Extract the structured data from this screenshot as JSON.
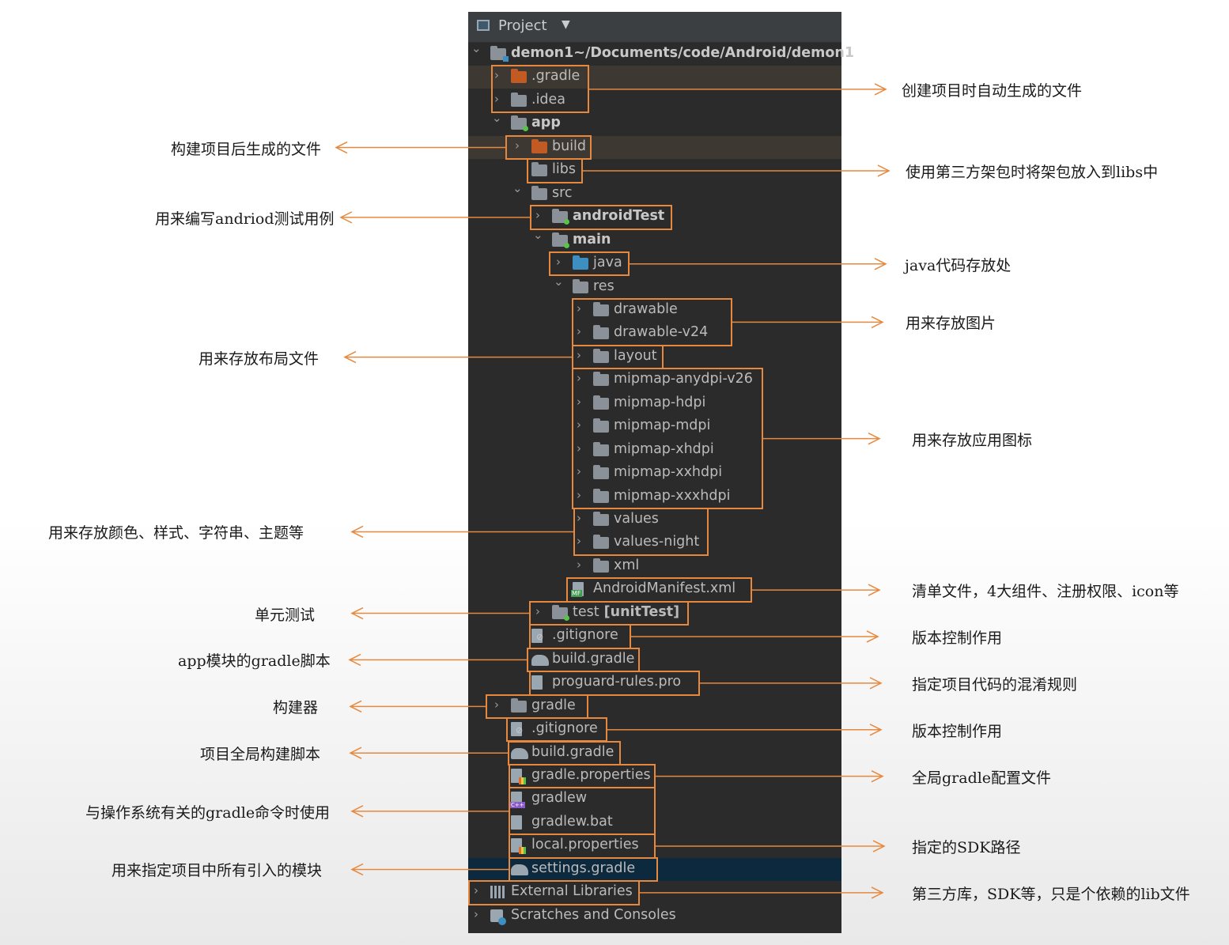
{
  "panel": {
    "title": "Project",
    "title_icon": "project-window-icon",
    "dropdown_icon": "caret-down-icon"
  },
  "tree": [
    {
      "id": "demon1",
      "label": "demon1",
      "path": "~/Documents/code/Android/demon1",
      "icon": "root-module-icon",
      "chevron": "down",
      "bold": true
    },
    {
      "id": "gradle-dir",
      "label": ".gradle",
      "icon": "folder-orange-icon",
      "chevron": "right",
      "highlight": "brown"
    },
    {
      "id": "idea",
      "label": ".idea",
      "icon": "folder-icon",
      "chevron": "right"
    },
    {
      "id": "app",
      "label": "app",
      "icon": "module-folder-icon",
      "chevron": "down",
      "bold": true
    },
    {
      "id": "build",
      "label": "build",
      "icon": "folder-orange-icon",
      "chevron": "right",
      "highlight": "brown"
    },
    {
      "id": "libs",
      "label": "libs",
      "icon": "folder-icon",
      "chevron": ""
    },
    {
      "id": "src",
      "label": "src",
      "icon": "folder-icon",
      "chevron": "down"
    },
    {
      "id": "androidTest",
      "label": "androidTest",
      "icon": "module-folder-icon",
      "chevron": "right",
      "bold": true
    },
    {
      "id": "main",
      "label": "main",
      "icon": "module-folder-icon",
      "chevron": "down",
      "bold": true
    },
    {
      "id": "java",
      "label": "java",
      "icon": "folder-blue-icon",
      "chevron": "right"
    },
    {
      "id": "res",
      "label": "res",
      "icon": "resource-folder-icon",
      "chevron": "down"
    },
    {
      "id": "drawable",
      "label": "drawable",
      "icon": "folder-icon",
      "chevron": "right"
    },
    {
      "id": "drawable-v24",
      "label": "drawable-v24",
      "icon": "folder-icon",
      "chevron": "right"
    },
    {
      "id": "layout",
      "label": "layout",
      "icon": "folder-icon",
      "chevron": "right"
    },
    {
      "id": "mipmap-anydpi-v26",
      "label": "mipmap-anydpi-v26",
      "icon": "folder-icon",
      "chevron": "right"
    },
    {
      "id": "mipmap-hdpi",
      "label": "mipmap-hdpi",
      "icon": "folder-icon",
      "chevron": "right"
    },
    {
      "id": "mipmap-mdpi",
      "label": "mipmap-mdpi",
      "icon": "folder-icon",
      "chevron": "right"
    },
    {
      "id": "mipmap-xhdpi",
      "label": "mipmap-xhdpi",
      "icon": "folder-icon",
      "chevron": "right"
    },
    {
      "id": "mipmap-xxhdpi",
      "label": "mipmap-xxhdpi",
      "icon": "folder-icon",
      "chevron": "right"
    },
    {
      "id": "mipmap-xxxhdpi",
      "label": "mipmap-xxxhdpi",
      "icon": "folder-icon",
      "chevron": "right"
    },
    {
      "id": "values",
      "label": "values",
      "icon": "folder-icon",
      "chevron": "right"
    },
    {
      "id": "values-night",
      "label": "values-night",
      "icon": "folder-icon",
      "chevron": "right"
    },
    {
      "id": "xml",
      "label": "xml",
      "icon": "folder-icon",
      "chevron": "right"
    },
    {
      "id": "manifest",
      "label": "AndroidManifest.xml",
      "icon": "manifest-file-icon",
      "chevron": ""
    },
    {
      "id": "test",
      "label": "test",
      "suffix": "[unitTest]",
      "icon": "module-folder-icon",
      "chevron": "right"
    },
    {
      "id": "app-gitignore",
      "label": ".gitignore",
      "icon": "gitignore-file-icon",
      "chevron": ""
    },
    {
      "id": "app-build-gradle",
      "label": "build.gradle",
      "icon": "gradle-file-icon",
      "chevron": ""
    },
    {
      "id": "proguard",
      "label": "proguard-rules.pro",
      "icon": "text-file-icon",
      "chevron": ""
    },
    {
      "id": "gradle-root-dir",
      "label": "gradle",
      "icon": "folder-icon",
      "chevron": "right"
    },
    {
      "id": "root-gitignore",
      "label": ".gitignore",
      "icon": "gitignore-file-icon",
      "chevron": ""
    },
    {
      "id": "root-build-gradle",
      "label": "build.gradle",
      "icon": "gradle-file-icon",
      "chevron": ""
    },
    {
      "id": "gradle-properties",
      "label": "gradle.properties",
      "icon": "properties-file-icon",
      "chevron": ""
    },
    {
      "id": "gradlew",
      "label": "gradlew",
      "icon": "shell-script-icon",
      "chevron": ""
    },
    {
      "id": "gradlew-bat",
      "label": "gradlew.bat",
      "icon": "text-file-icon",
      "chevron": ""
    },
    {
      "id": "local-properties",
      "label": "local.properties",
      "icon": "properties-file-icon",
      "chevron": ""
    },
    {
      "id": "settings-gradle",
      "label": "settings.gradle",
      "icon": "gradle-file-icon",
      "chevron": "",
      "highlight": "selected"
    },
    {
      "id": "external-libraries",
      "label": "External Libraries",
      "icon": "libraries-icon",
      "chevron": "right"
    },
    {
      "id": "scratches",
      "label": "Scratches and Consoles",
      "icon": "scratches-icon",
      "chevron": "right"
    }
  ],
  "annotations_right": [
    {
      "id": "ann-auto-generated",
      "text": "创建项目时自动生成的文件"
    },
    {
      "id": "ann-libs",
      "text": "使用第三方架包时将架包放入到libs中"
    },
    {
      "id": "ann-java",
      "text": "java代码存放处"
    },
    {
      "id": "ann-drawable",
      "text": "用来存放图片"
    },
    {
      "id": "ann-mipmap",
      "text": "用来存放应用图标"
    },
    {
      "id": "ann-manifest",
      "text": "清单文件，4大组件、注册权限、icon等"
    },
    {
      "id": "ann-app-gitignore",
      "text": "版本控制作用"
    },
    {
      "id": "ann-proguard",
      "text": "指定项目代码的混淆规则"
    },
    {
      "id": "ann-root-gitignore",
      "text": "版本控制作用"
    },
    {
      "id": "ann-gradle-properties",
      "text": "全局gradle配置文件"
    },
    {
      "id": "ann-local-properties",
      "text": "指定的SDK路径"
    },
    {
      "id": "ann-external-libraries",
      "text": "第三方库，SDK等，只是个依赖的lib文件"
    }
  ],
  "annotations_left": [
    {
      "id": "ann-build",
      "text": "构建项目后生成的文件"
    },
    {
      "id": "ann-android-test",
      "text": "用来编写andriod测试用例"
    },
    {
      "id": "ann-layout",
      "text": "用来存放布局文件"
    },
    {
      "id": "ann-values",
      "text": "用来存放颜色、样式、字符串、主题等"
    },
    {
      "id": "ann-unit-test",
      "text": "单元测试"
    },
    {
      "id": "ann-app-build-gradle",
      "text": "app模块的gradle脚本"
    },
    {
      "id": "ann-gradle-dir",
      "text": "构建器"
    },
    {
      "id": "ann-root-build-gradle",
      "text": "项目全局构建脚本"
    },
    {
      "id": "ann-gradlew",
      "text": "与操作系统有关的gradle命令时使用"
    },
    {
      "id": "ann-settings-gradle",
      "text": "用来指定项目中所有引入的模块"
    }
  ],
  "colors": {
    "panel_bg": "#2b2b2b",
    "header_bg": "#3c3f41",
    "annotation_accent": "#e6893f",
    "text": "#bbbbbb",
    "note_text": "#1a1a1a"
  }
}
